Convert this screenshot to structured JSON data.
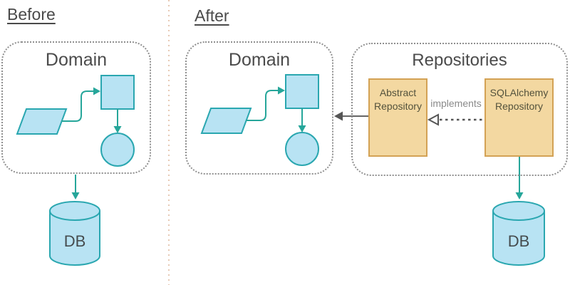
{
  "before": {
    "label": "Before",
    "domain_title": "Domain",
    "db_label": "DB"
  },
  "after": {
    "label": "After",
    "domain_title": "Domain",
    "repositories_title": "Repositories",
    "abstract_repository_label": "Abstract Repository",
    "sqlalchemy_repository_label": "SQLAlchemy Repository",
    "implements_label": "implements",
    "db_label": "DB"
  },
  "colors": {
    "shape_fill": "#b8e3f3",
    "shape_stroke": "#2aa7b0",
    "arrow": "#26a69a",
    "repo_fill": "#f3d8a1",
    "repo_stroke": "#d3a255",
    "dashed_border": "#8f8f8f",
    "title_text": "#4b4b4b",
    "repo_text": "#53523c",
    "implements_text": "#8a8a8a",
    "gray_arrow": "#666666",
    "separator": "#e7c9b4"
  }
}
